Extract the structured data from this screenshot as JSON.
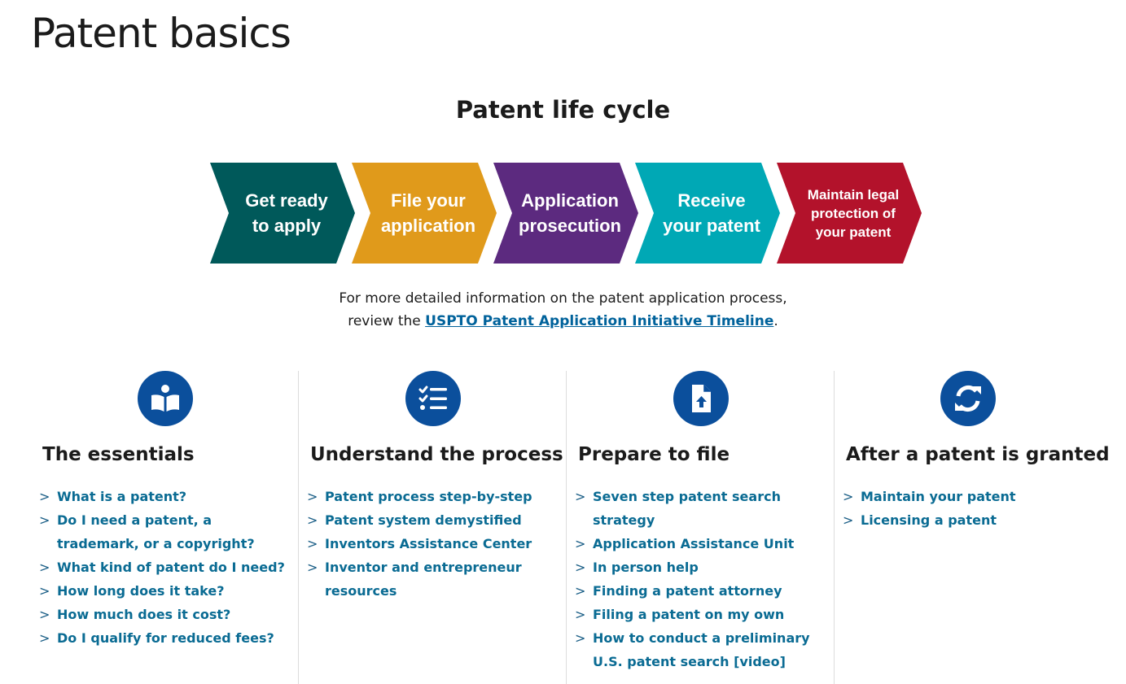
{
  "page": {
    "title": "Patent basics"
  },
  "lifecycle": {
    "title": "Patent life cycle",
    "steps": [
      {
        "label": "Get ready\nto apply",
        "color": "#00595a"
      },
      {
        "label": "File your\napplication",
        "color": "#e09a1b"
      },
      {
        "label": "Application\nprosecution",
        "color": "#5c2a7f"
      },
      {
        "label": "Receive\nyour patent",
        "color": "#00a8b5"
      },
      {
        "label": "Maintain legal\nprotection of\nyour patent",
        "color": "#b3122b"
      }
    ]
  },
  "info": {
    "line1": "For more detailed information on the patent application process,",
    "line2_prefix": "review the ",
    "link_text": "USPTO Patent Application Initiative Timeline",
    "line2_suffix": "."
  },
  "columns": [
    {
      "icon": "book-reader-icon",
      "heading": "The essentials",
      "links": [
        "What is a patent?",
        "Do I need a patent, a trademark, or a copyright?",
        "What kind of patent do I need?",
        "How long does it take?",
        "How much does it cost?",
        "Do I qualify for reduced fees?"
      ]
    },
    {
      "icon": "checklist-icon",
      "heading": "Understand the process",
      "links": [
        "Patent process step-by-step",
        "Patent system demystified",
        "Inventors Assistance Center",
        "Inventor and entrepreneur resources"
      ]
    },
    {
      "icon": "file-upload-icon",
      "heading": "Prepare to file",
      "links": [
        "Seven step patent search strategy",
        "Application Assistance Unit",
        "In person help",
        "Finding a patent attorney",
        "Filing a patent on my own",
        "How to conduct a preliminary U.S. patent search [video]"
      ]
    },
    {
      "icon": "refresh-icon",
      "heading": "After a patent is granted",
      "links": [
        "Maintain your patent",
        "Licensing a patent"
      ]
    }
  ],
  "caret_glyph": ">",
  "colors": {
    "icon_circle": "#0b4f9c",
    "link": "#0a6b93",
    "text": "#1b1b1b"
  }
}
